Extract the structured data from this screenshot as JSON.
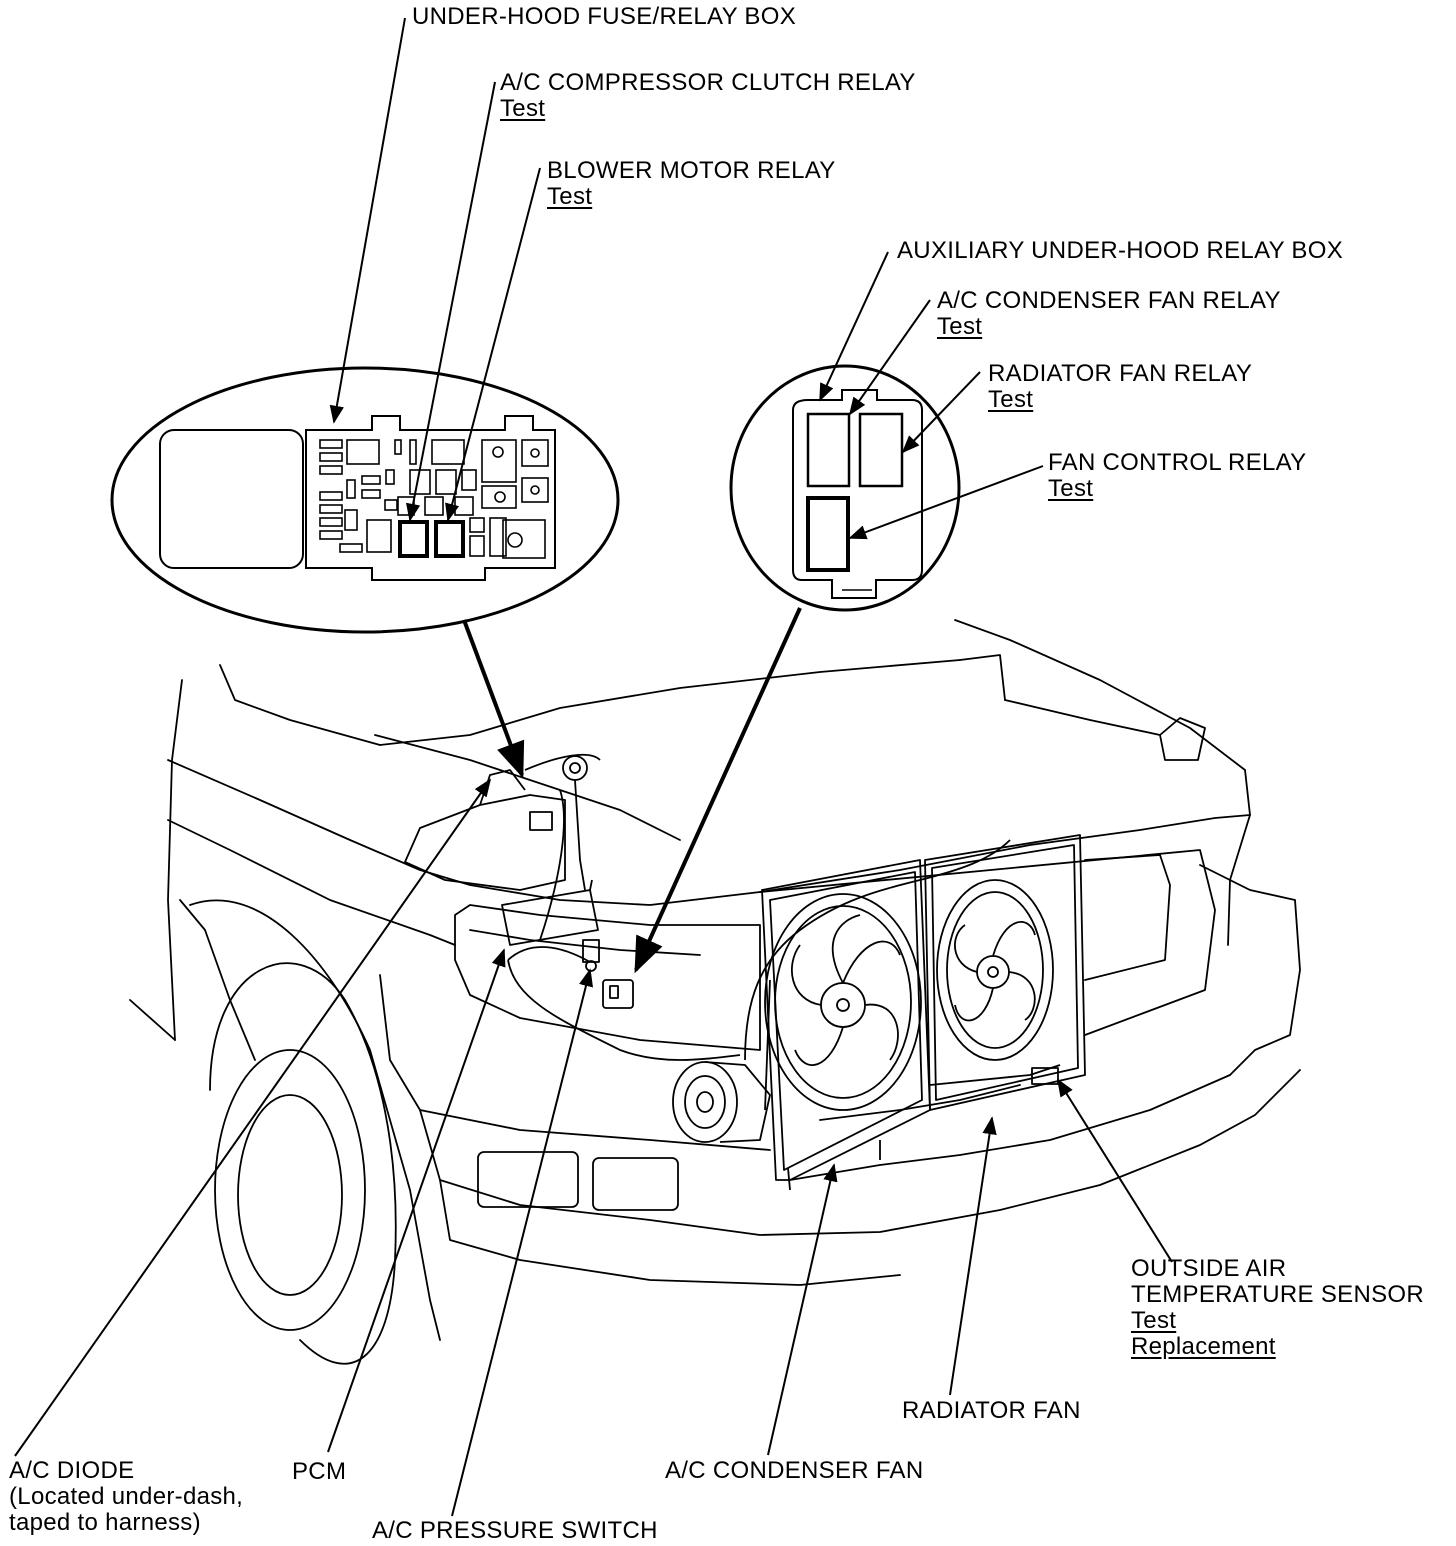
{
  "labels": {
    "fuse_box": "UNDER-HOOD FUSE/RELAY BOX",
    "compressor_clutch_relay": "A/C COMPRESSOR CLUTCH RELAY",
    "compressor_clutch_relay_test": "Test",
    "blower_motor_relay": "BLOWER MOTOR RELAY",
    "blower_motor_relay_test": "Test",
    "aux_relay_box": "AUXILIARY UNDER-HOOD RELAY BOX",
    "condenser_fan_relay": "A/C CONDENSER FAN RELAY",
    "condenser_fan_relay_test": "Test",
    "radiator_fan_relay": "RADIATOR FAN RELAY",
    "radiator_fan_relay_test": "Test",
    "fan_control_relay": "FAN CONTROL RELAY",
    "fan_control_relay_test": "Test",
    "outside_air_sensor_line1": "OUTSIDE AIR",
    "outside_air_sensor_line2": "TEMPERATURE SENSOR",
    "outside_air_sensor_test": "Test",
    "outside_air_sensor_replacement": "Replacement",
    "radiator_fan": "RADIATOR FAN",
    "condenser_fan": "A/C CONDENSER FAN",
    "pcm": "PCM",
    "pressure_switch": "A/C PRESSURE SWITCH",
    "diode_line1": "A/C DIODE",
    "diode_line2": "(Located under-dash,",
    "diode_line3": "taped to harness)"
  }
}
